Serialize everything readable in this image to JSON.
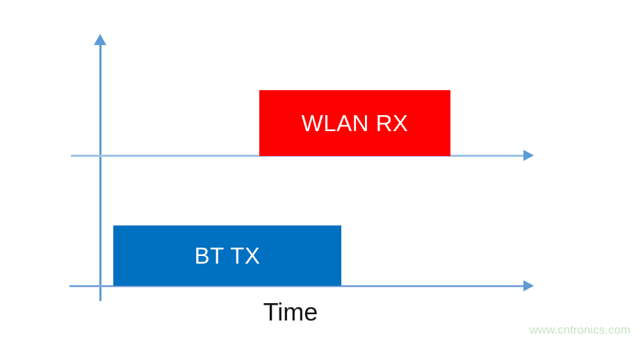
{
  "page": {
    "background": "#FFFFFF"
  },
  "diagram": {
    "type": "timing-diagram",
    "time_axis_label": "Time",
    "rows": [
      {
        "name": "wlan",
        "block": {
          "label": "WLAN RX",
          "fill": "#FF0000",
          "text_color": "#FFFFFF"
        }
      },
      {
        "name": "bt",
        "block": {
          "label": "BT TX",
          "fill": "#0070C0",
          "text_color": "#FFFFFF"
        }
      }
    ],
    "axis_colors": {
      "vertical": "#5B9BD5",
      "horizontal_upper": "#9DC3E6",
      "horizontal_lower": "#7EA6D9",
      "arrowhead": "#5B9BD5"
    }
  },
  "watermark": {
    "text": "www.cntronics.com",
    "color": "#C7E4C1"
  }
}
